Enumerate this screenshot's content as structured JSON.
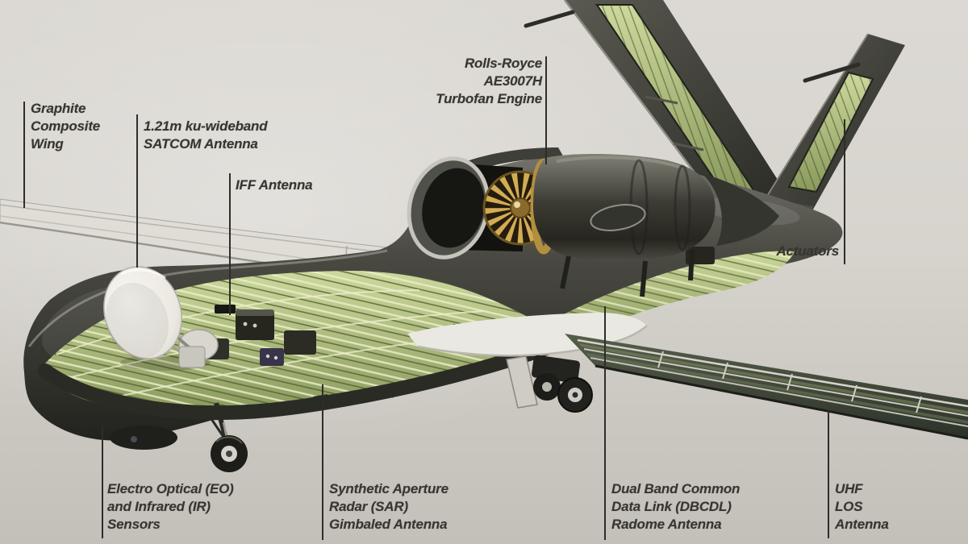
{
  "scene": {
    "kind": "annotated cutaway illustration",
    "subject": "high-altitude reconnaissance UAV with internal systems exposed"
  },
  "labels": {
    "graphite_wing": {
      "lines": [
        "Graphite",
        "Composite",
        "Wing"
      ]
    },
    "satcom": {
      "lines": [
        "1.21m ku-wideband",
        "SATCOM Antenna"
      ]
    },
    "iff": {
      "lines": [
        "IFF Antenna"
      ]
    },
    "engine": {
      "lines": [
        "Rolls-Royce",
        "AE3007H",
        "Turbofan Engine"
      ]
    },
    "actuators": {
      "lines": [
        "Actuators"
      ]
    },
    "eo_ir": {
      "lines": [
        "Electro Optical (EO)",
        "and Infrared (IR)",
        "Sensors"
      ]
    },
    "sar": {
      "lines": [
        "Synthetic Aperture",
        "Radar (SAR)",
        "Gimbaled Antenna"
      ]
    },
    "dbcdl": {
      "lines": [
        "Dual Band Common",
        "Data Link (DBCDL)",
        "Radome Antenna"
      ]
    },
    "uhf": {
      "lines": [
        "UHF",
        "LOS",
        "Antenna"
      ]
    }
  },
  "colors": {
    "background_top": "#dcd9d4",
    "background_bottom": "#c3c0b9",
    "label_text": "#36352f",
    "leader_line": "#2e2d29",
    "airframe_dark": "#3e3e37",
    "airframe_shadow": "#22221e",
    "structure_green_light": "#c6d296",
    "structure_green_dark": "#6e7d48",
    "engine_gold": "#c9a752",
    "dish_white": "#f2f0ea",
    "far_wing_light": "#dfddd6"
  }
}
